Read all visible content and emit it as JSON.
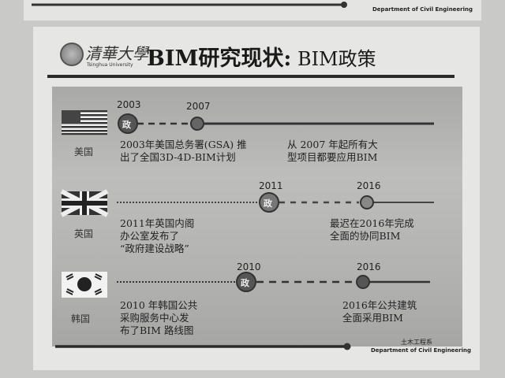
{
  "previous_slide_footer": {
    "department_en": "Department of Civil Engineering"
  },
  "header": {
    "logo_text": "清華大學",
    "logo_sub": "Tsinghua University",
    "title_main": "BIM研究现状:",
    "title_sub": " BIM政策"
  },
  "policy_icon_char": "政",
  "rows": [
    {
      "country": "美国",
      "flag": "usa-flag",
      "start_year": "2003",
      "end_year": "2007",
      "left_text": [
        "2003年美国总务署(GSA) 推",
        "出了全国3D-4D-BIM计划"
      ],
      "right_text": [
        "从 2007 年起所有大",
        "型项目都要应用BIM"
      ]
    },
    {
      "country": "英国",
      "flag": "uk-flag",
      "start_year": "2011",
      "end_year": "2016",
      "left_text": [
        "2011年英国内阁",
        "办公室发布了",
        "“政府建设战略”"
      ],
      "right_text": [
        "最迟在2016年完成",
        "全面的协同BIM"
      ]
    },
    {
      "country": "韩国",
      "flag": "korea-flag",
      "start_year": "2010",
      "end_year": "2016",
      "left_text": [
        "2010 年韩国公共",
        "采购服务中心发",
        "布了BIM 路线图"
      ],
      "right_text": [
        "2016年公共建筑",
        "全面采用BIM"
      ]
    }
  ],
  "footer": {
    "department_cn": "土木工程系",
    "department_en": "Department of Civil Engineering"
  }
}
